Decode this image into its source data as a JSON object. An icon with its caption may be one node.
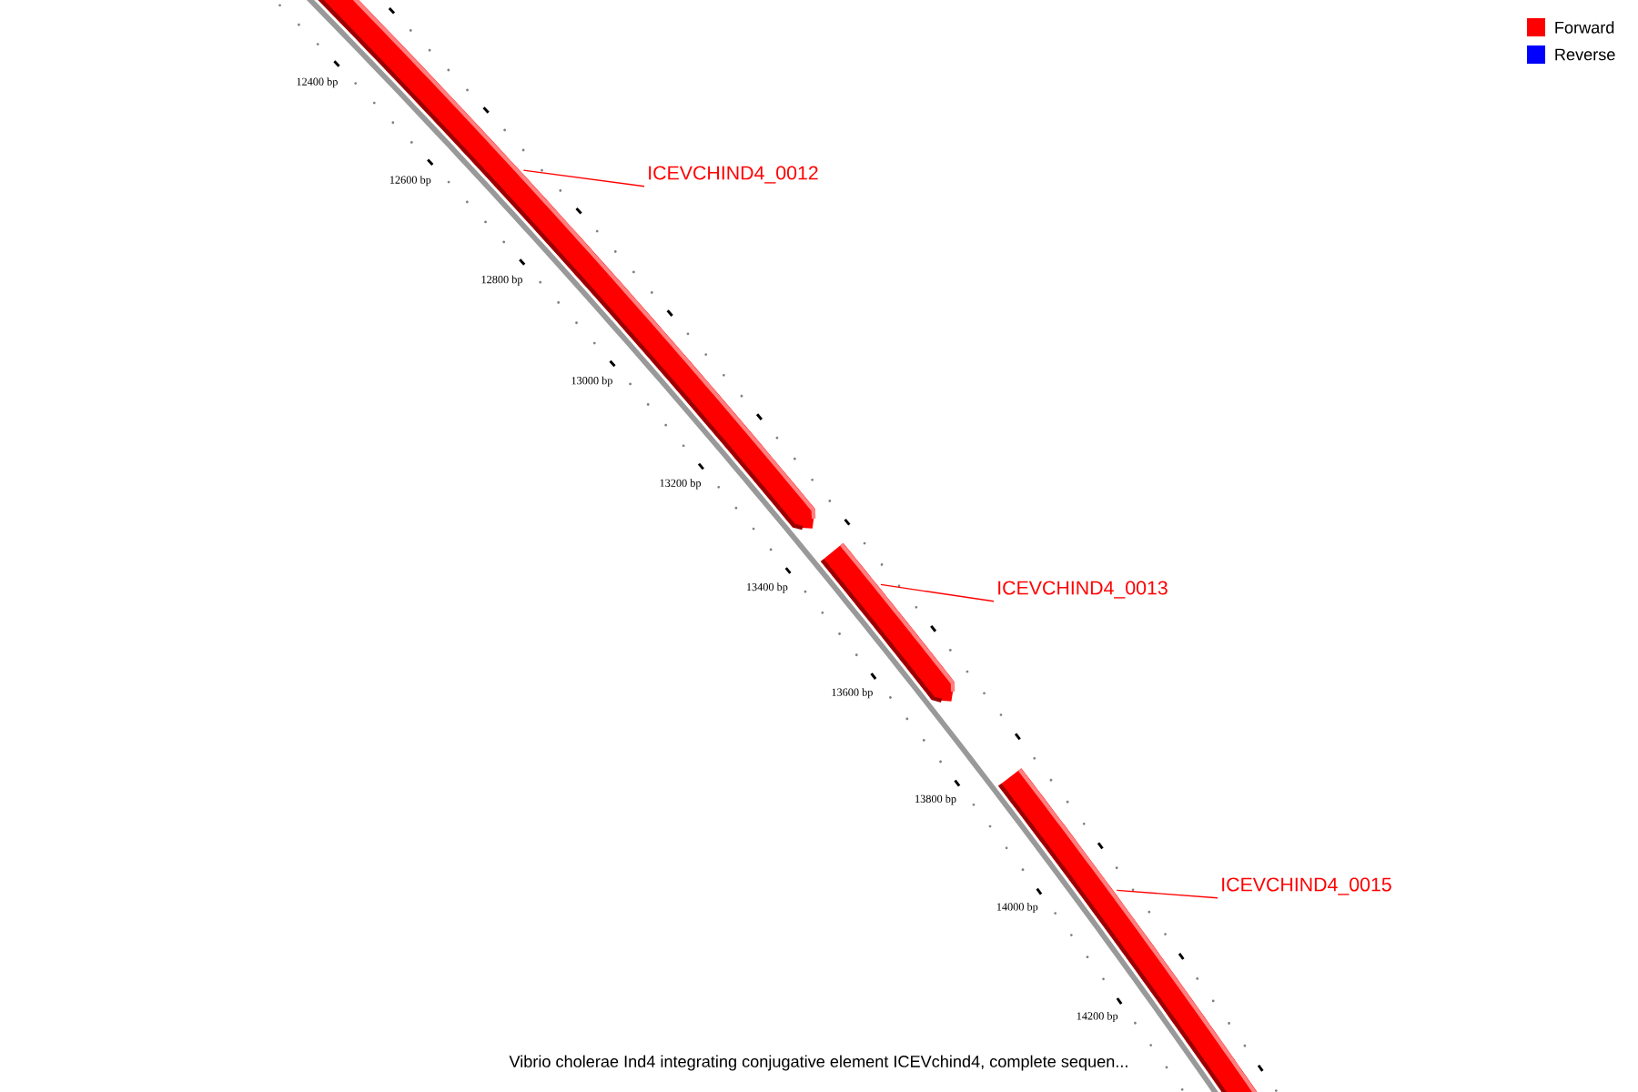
{
  "diagram": {
    "caption": "Vibrio cholerae Ind4 integrating conjugative element ICEVchind4, complete sequen...",
    "nodes": [
      {
        "text": [
          "ICEVCHIND4_0012"
        ]
      },
      {
        "text": [],
        "shape": "bar"
      },
      {
        "text": [
          "ICEVCHIND4_0013"
        ]
      },
      {
        "text": [],
        "shape": "bar"
      },
      {
        "text": [
          "ICEVCHIND4_0015"
        ]
      },
      {
        "text": [],
        "shape": "bar"
      }
    ],
    "edges": [
      {
        "from": 0,
        "to": 1,
        "arrow": "none"
      },
      {
        "from": 2,
        "to": 3,
        "arrow": "none"
      },
      {
        "from": 4,
        "to": 5,
        "arrow": "none"
      }
    ],
    "labels": [
      "12400 bp",
      "12600 bp",
      "12800 bp",
      "13000 bp",
      "13200 bp",
      "13400 bp",
      "13600 bp",
      "13800 bp",
      "14000 bp",
      "14200 bp"
    ],
    "legend": [
      {
        "text": "Forward",
        "color": "#ff0000"
      },
      {
        "text": "Reverse",
        "color": "#0000ff"
      }
    ]
  }
}
